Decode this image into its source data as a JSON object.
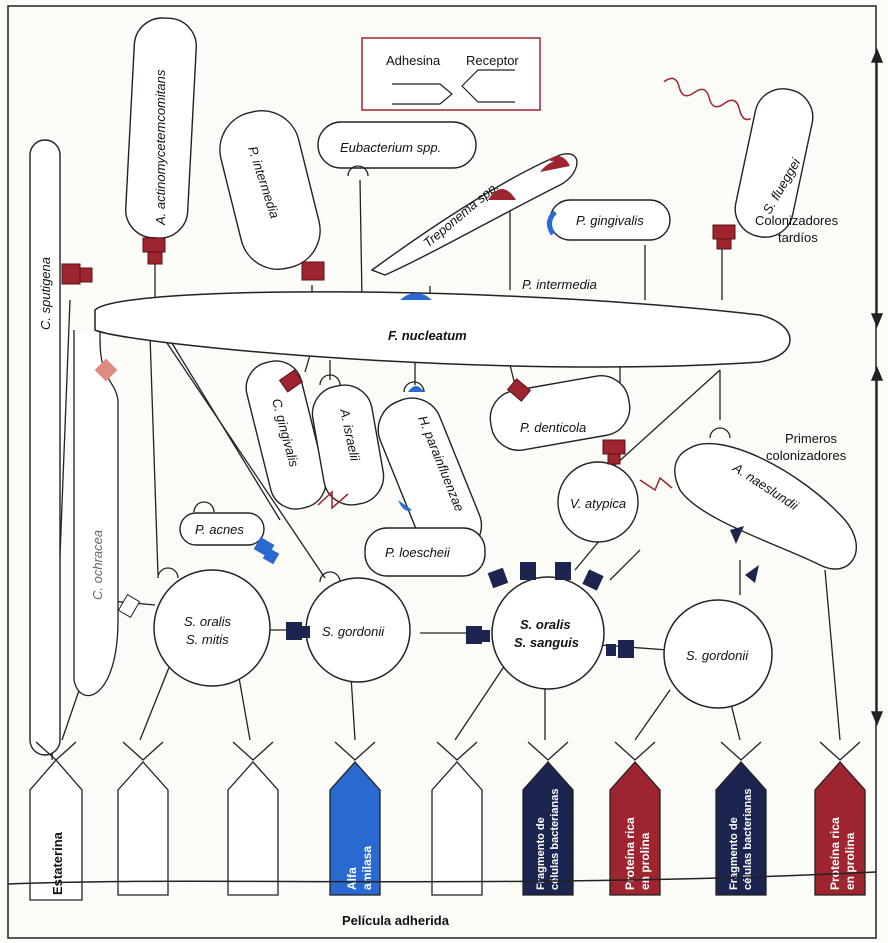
{
  "legend": {
    "adhesin": "Adhesina",
    "receptor": "Receptor"
  },
  "colors": {
    "red": "#9e2430",
    "navy": "#1c2450",
    "blue": "#2a6ad0",
    "pink": "#e08a80"
  },
  "organisms": {
    "fnucleatum": "F. nucleatum",
    "c_sputigena": "C. sputigena",
    "c_ochracea": "C. ochracea",
    "a_actino": "A. actinomycetemcomitans",
    "p_intermedia": "P. intermedia",
    "eubacterium": "Eubacterium spp.",
    "treponema": "Treponema spp.",
    "p_gingivalis": "P. gingivalis",
    "s_flueggei": "S. flueggei",
    "p_intermedia_label": "P. intermedia",
    "c_gingivalis": "C. gingivalis",
    "a_israelii": "A. israelii",
    "h_parainfluenzae": "H. parainfluenzae",
    "p_denticola": "P. denticola",
    "v_atypica": "V. atypica",
    "a_naeslundii": "A. naeslundii",
    "p_acnes": "P. acnes",
    "p_loescheii": "P. loescheii",
    "s_oralis_mitis_1": "S. oralis",
    "s_oralis_mitis_2": "S. mitis",
    "s_gordonii_1": "S. gordonii",
    "s_oralis_sanguis_1": "S. oralis",
    "s_oralis_sanguis_2": "S. sanguis",
    "s_gordonii_2": "S. gordonii"
  },
  "side_labels": {
    "late_1": "Colonizadores",
    "late_2": "tardíos",
    "early_1": "Primeros",
    "early_2": "colonizadores"
  },
  "receptors": {
    "estaterina": "Estaterina",
    "alfa_1": "Alfa",
    "alfa_2": "amilasa",
    "frag_1a": "Fragmento de",
    "frag_1b": "células bacterianas",
    "prot_1a": "Proteína rica",
    "prot_1b": "en prolina",
    "frag_2a": "Fragmento de",
    "frag_2b": "células bacterianas",
    "prot_2a": "Proteína rica",
    "prot_2b": "en prolina"
  },
  "pellicle": "Película adherida"
}
